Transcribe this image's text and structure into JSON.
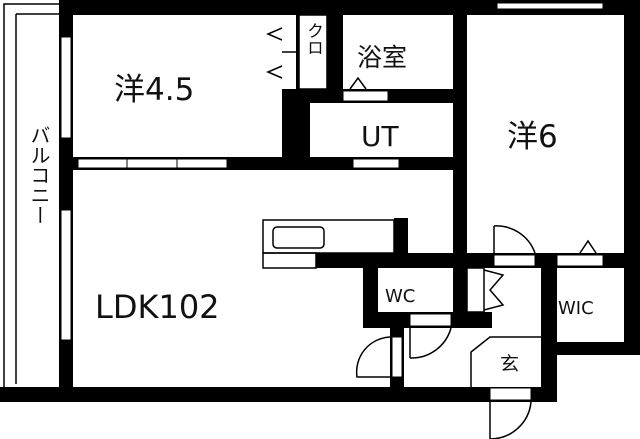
{
  "floorplan": {
    "rooms": {
      "western_room_1": "洋4.5",
      "bathroom": "浴室",
      "closet": "クロ",
      "utility": "UT",
      "western_room_2": "洋6",
      "balcony": "バルコニー",
      "ldk": "LDK102",
      "toilet": "WC",
      "walk_in_closet": "WIC",
      "entrance": "玄"
    },
    "colors": {
      "wall": "#000000",
      "floor": "#ffffff"
    }
  }
}
